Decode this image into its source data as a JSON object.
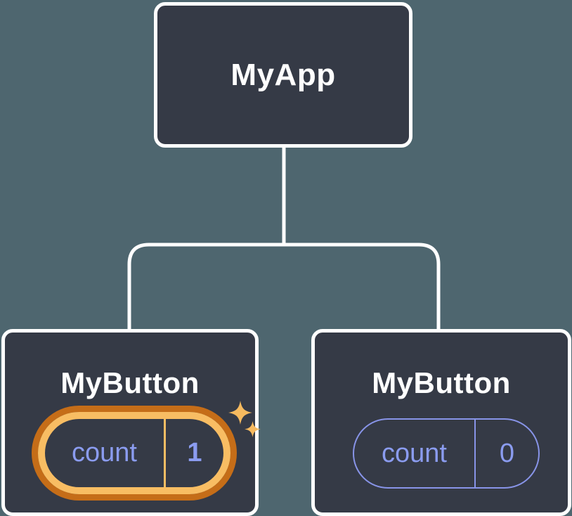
{
  "tree": {
    "root": {
      "label": "MyApp"
    },
    "children": [
      {
        "label": "MyButton",
        "state": {
          "name": "count",
          "value": "1"
        },
        "highlighted": true,
        "icons": [
          "sparkle-icon-large",
          "sparkle-icon-small"
        ]
      },
      {
        "label": "MyButton",
        "state": {
          "name": "count",
          "value": "0"
        },
        "highlighted": false
      }
    ]
  },
  "colors": {
    "background": "#4e666f",
    "card_background": "#353a46",
    "card_border": "#ffffff",
    "connector": "#ffffff",
    "title_text": "#ffffff",
    "state_text": "#8b9cf0",
    "state_pill_border": "#8894e8",
    "highlight_ring_outer": "#c56d18",
    "highlight_ring_inner": "#f8bd63",
    "sparkle": "#f6ba5f"
  }
}
